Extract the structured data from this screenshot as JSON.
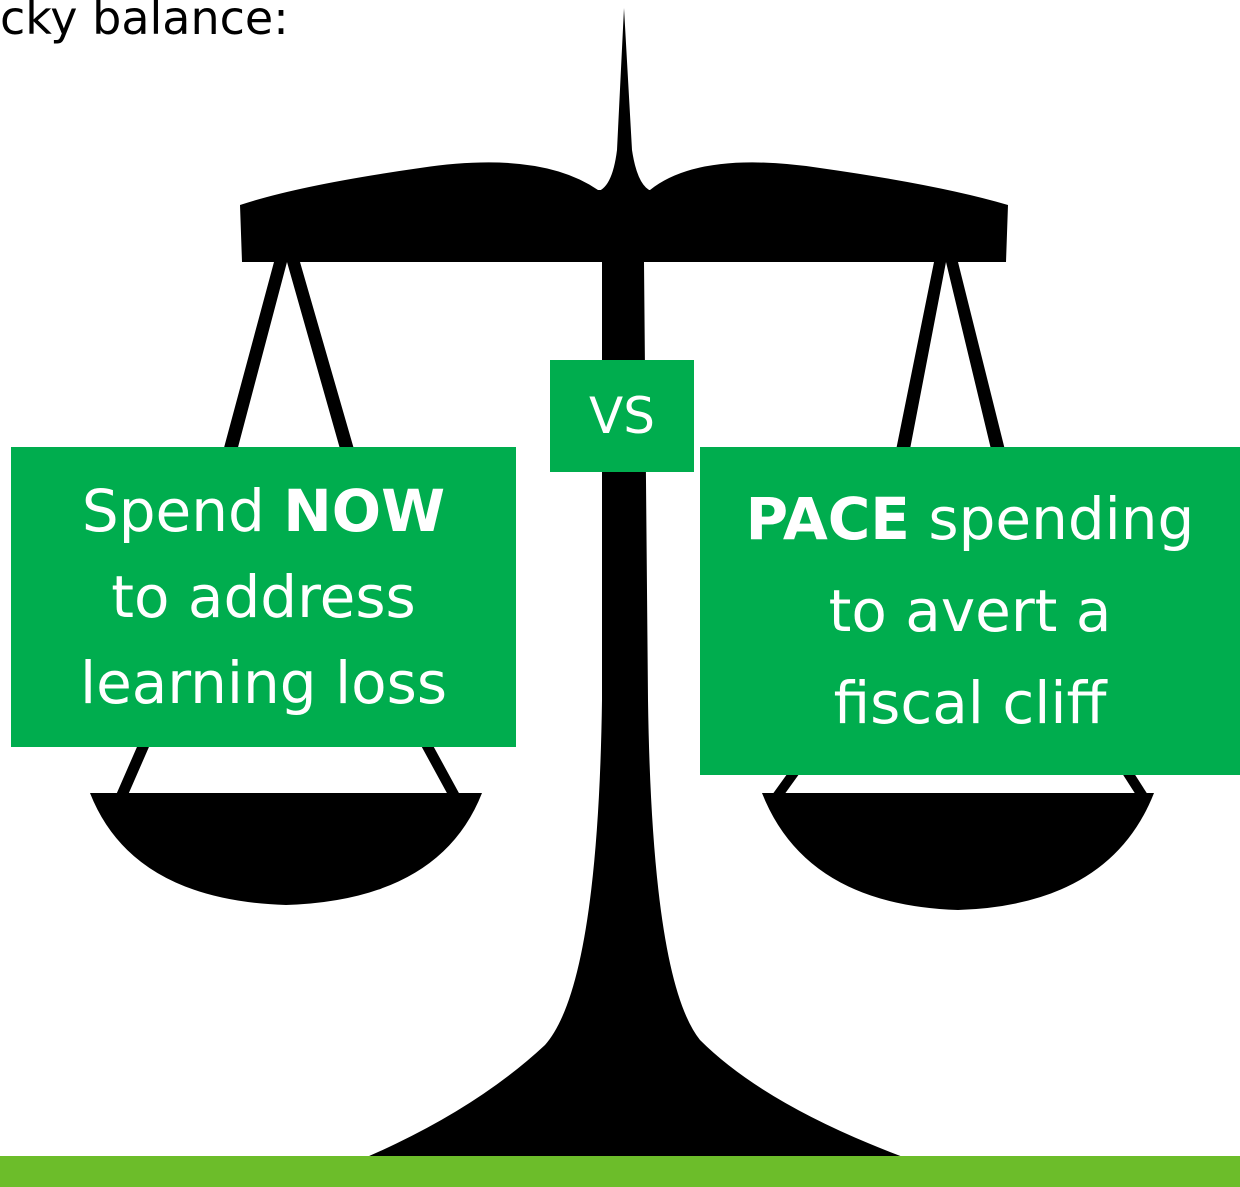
{
  "heading": "cky balance:",
  "vs_label": "VS",
  "left_option": {
    "emphasis": "NOW",
    "prefix": "Spend ",
    "line2": "to address",
    "line3": "learning loss"
  },
  "right_option": {
    "emphasis": "PACE",
    "suffix": " spending",
    "line2": "to avert a",
    "line3": "fiscal cliff"
  },
  "colors": {
    "box_green": "#00ad4e",
    "footer_bar": "#6cbd2a",
    "scale": "#000000"
  },
  "icons": [
    "balance-scale-icon"
  ]
}
